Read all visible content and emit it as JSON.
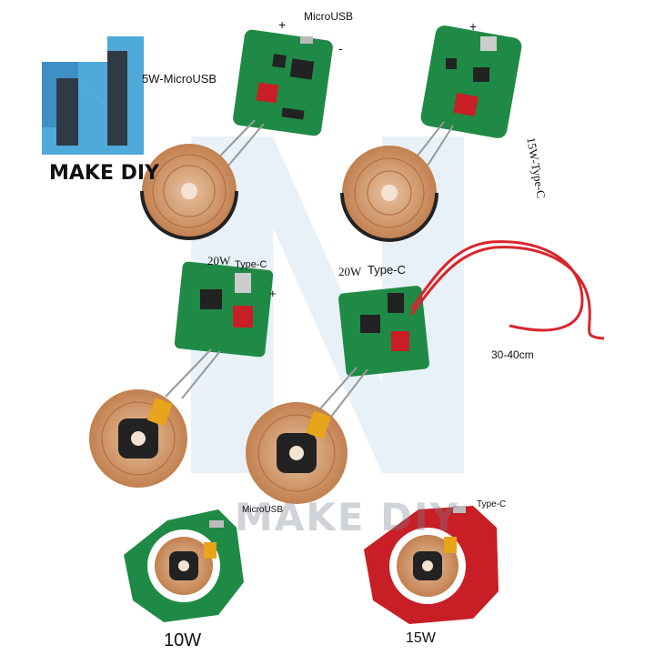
{
  "brand": {
    "name": "MAKE DIY",
    "watermark": "MAKE DIY",
    "logo_color": "#4fa9d9"
  },
  "labels": {
    "microusb_top": "MicroUSB",
    "title_5w": "5W-MicroUSB",
    "title_15w": "15W-Type-C",
    "type_c_left": "Type-C",
    "w20_left": "20W",
    "w20_right": "20W",
    "type_c_right": "Type-C",
    "cable_length": "30-40cm",
    "microusb_bottom": "MicroUSB",
    "type_c_bottom": "Type-C",
    "w10": "10W",
    "w15": "15W",
    "plus": "+",
    "minus": "-"
  },
  "colors": {
    "pcb_green": "#1f8a45",
    "pcb_red": "#c81e25",
    "copper": "#c98a58",
    "coil_core": "#222222",
    "wire_red": "#d8262b"
  }
}
